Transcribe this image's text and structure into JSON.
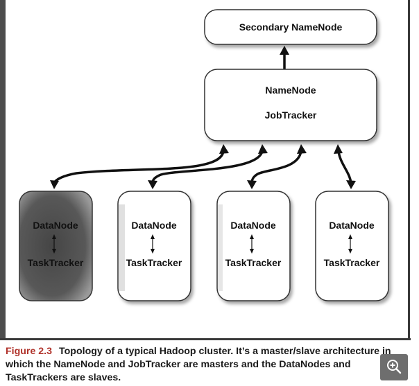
{
  "nodes": {
    "secondary": "Secondary NameNode",
    "master_line1": "NameNode",
    "master_line2": "JobTracker",
    "slaves": [
      {
        "top": "DataNode",
        "bottom": "TaskTracker"
      },
      {
        "top": "DataNode",
        "bottom": "TaskTracker"
      },
      {
        "top": "DataNode",
        "bottom": "TaskTracker"
      },
      {
        "top": "DataNode",
        "bottom": "TaskTracker"
      }
    ]
  },
  "caption": {
    "figure": "Figure 2.3",
    "text": "Topology of a typical Hadoop cluster. It’s a master/slave architecture in which the NameNode and JobTracker are masters and the DataNodes and TaskTrackers are slaves."
  },
  "icons": {
    "zoom": "zoom-in-icon"
  },
  "colors": {
    "figure_label": "#b0322a",
    "highlighted_node": "#444444"
  }
}
